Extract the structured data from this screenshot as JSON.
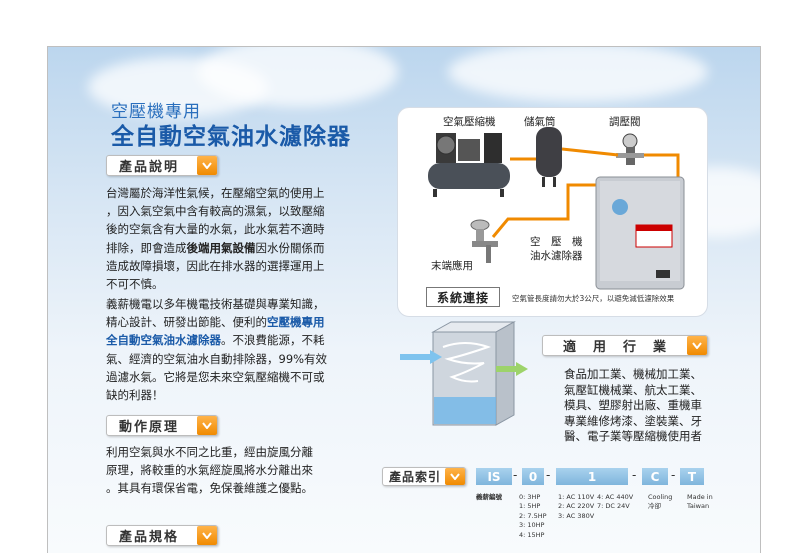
{
  "header": {
    "subtitle": "空壓機專用",
    "title": "全自動空氣油水濾除器"
  },
  "sections": {
    "description": {
      "label": "產品說明",
      "para1_lines": [
        "台灣屬於海洋性氣候，在壓縮空氣的使用上",
        "，因入氣空氣中含有較高的濕氣，以致壓縮",
        "後的空氣含有大量的水氣，此水氣若不適時",
        "排除，即會造成",
        "因水份關係而",
        "造成故障損壞，因此在排水器的選擇運用上",
        "不可不慎。"
      ],
      "para1_bold": "後端用氣設備",
      "para2_lines": [
        "義薪機電以多年機電技術基礎與專業知識，",
        "精心設計、研發出節能、便利的",
        "。不浪費能源，不耗",
        "氣、經濟的空氣油水自動排除器，99%有效",
        "過濾水氣。它將是您未來空氣壓縮機不可或",
        "缺的利器！"
      ],
      "para2_blue_a": "空壓機專用",
      "para2_blue_b": "全自動空氣油水濾除器"
    },
    "principle": {
      "label": "動作原理",
      "lines": [
        "利用空氣與水不同之比重，經由旋風分離",
        "原理，將較重的水氣經旋風將水分離出來",
        "。其具有環保省電，免保養維護之優點。"
      ]
    },
    "specs": {
      "label": "產品規格"
    }
  },
  "system": {
    "labels": {
      "compressor": "空氣壓縮機",
      "tank": "儲氣筒",
      "regulator": "調壓閥",
      "filter_line1": "空　壓　機",
      "filter_line2": "油水濾除器",
      "end_use": "末端應用"
    },
    "button": "系統連接",
    "note": "空氣管長度請勿大於3公尺，以避免減低濾除效果"
  },
  "applications": {
    "label": "適　用　行　業",
    "lines": [
      "食品加工業、機械加工業、",
      "氣壓缸機械業、航太工業、",
      "模具、塑膠射出廠、重機車",
      "專業維修烤漆、塗裝業、牙",
      "醫、電子業等壓縮機使用者"
    ]
  },
  "product_index": {
    "label": "產品索引",
    "codes": [
      "IS",
      "0",
      "1",
      "C",
      "T"
    ],
    "code_caption": "義薪編號",
    "hp_options": [
      "0: 3HP",
      "1: 5HP",
      "2: 7.5HP",
      "3: 10HP",
      "4: 15HP"
    ],
    "voltage_col1": [
      "1: AC 110V",
      "2: AC 220V",
      "3: AC 380V"
    ],
    "voltage_col2": [
      "4: AC 440V",
      "7: DC 24V"
    ],
    "cooling": [
      "Cooling",
      "冷卻"
    ],
    "made_in": [
      "Made in",
      "Taiwan"
    ]
  },
  "colors": {
    "accent_orange": "#f08a00",
    "title_blue": "#1a5aa8",
    "code_blue": "#7fb5dc"
  }
}
